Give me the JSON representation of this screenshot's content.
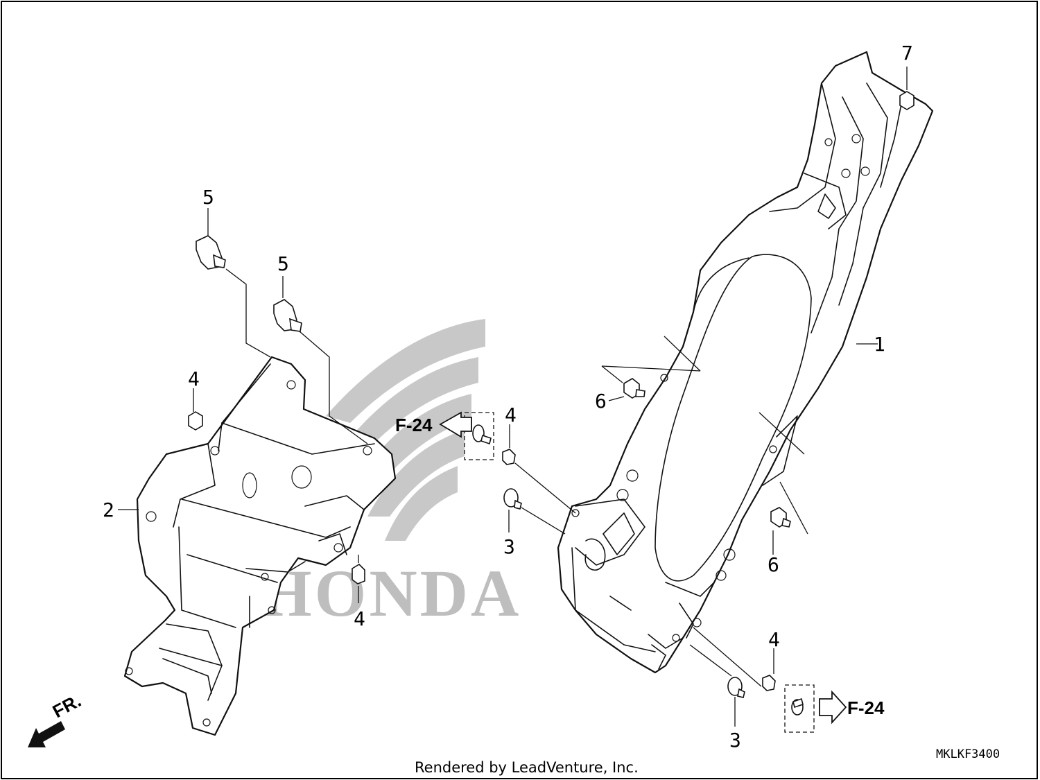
{
  "callouts": {
    "c1": "1",
    "c2": "2",
    "c3a": "3",
    "c3b": "3",
    "c4a": "4",
    "c4b": "4",
    "c4c": "4",
    "c4d": "4",
    "c5a": "5",
    "c5b": "5",
    "c6a": "6",
    "c6b": "6",
    "c7": "7"
  },
  "references": {
    "left": "F-24",
    "right": "F-24"
  },
  "front_marker": "FR.",
  "drawing_code": "MKLKF3400",
  "credit": "Rendered by LeadVenture, Inc.",
  "watermark": "HONDA"
}
